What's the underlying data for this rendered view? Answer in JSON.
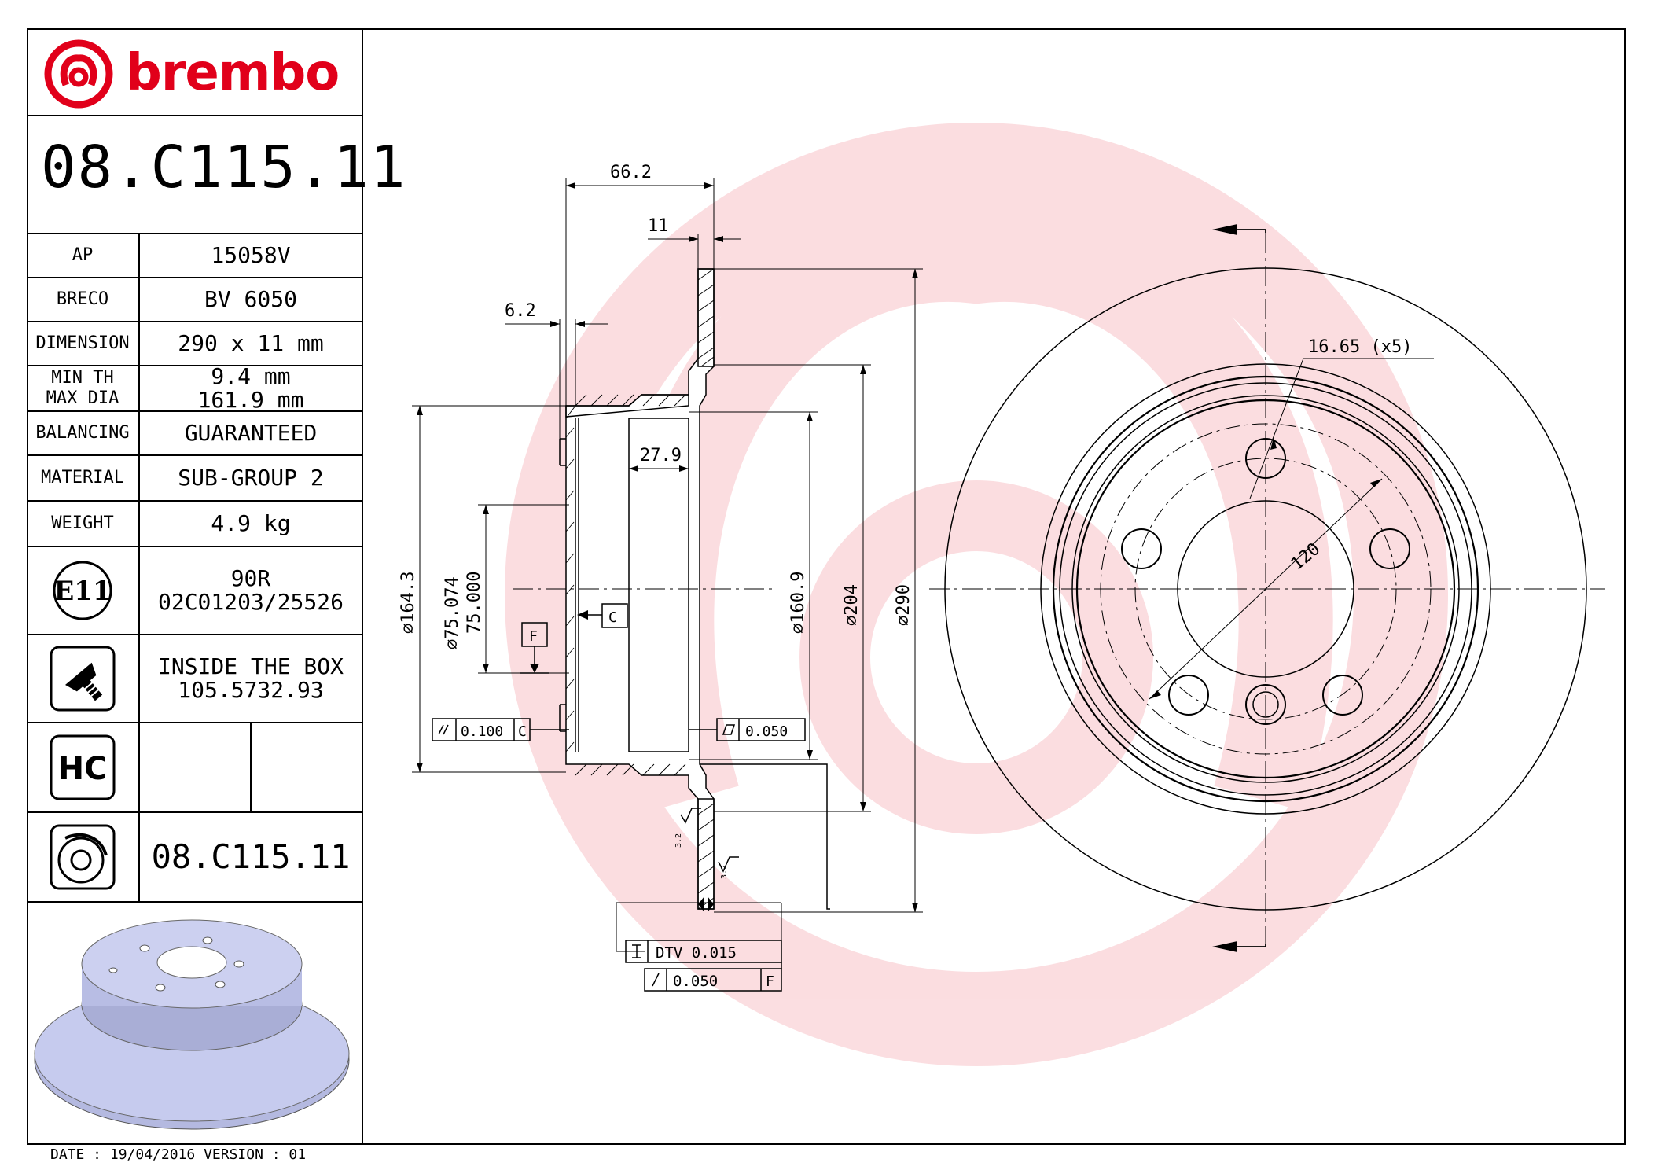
{
  "brand": {
    "name": "brembo",
    "color": "#e1001a"
  },
  "part_number": "08.C115.11",
  "specs": [
    {
      "key": "AP",
      "value": "15058V"
    },
    {
      "key": "BRECO",
      "value": "BV 6050"
    },
    {
      "key": "DIMENSION",
      "value": "290 x 11 mm"
    },
    {
      "key": "MIN TH",
      "key2": "MAX DIA",
      "value": "9.4 mm",
      "value2": "161.9 mm"
    },
    {
      "key": "BALANCING",
      "value": "GUARANTEED"
    },
    {
      "key": "MATERIAL",
      "value": "SUB-GROUP 2"
    },
    {
      "key": "WEIGHT",
      "value": "4.9 kg"
    }
  ],
  "homologation": {
    "icon_label": "E11",
    "line1": "90R",
    "line2": "02C01203/25526"
  },
  "screws": {
    "line1": "INSIDE THE BOX",
    "line2": "105.5732.93"
  },
  "hc_label": "HC",
  "disc_part_number": "08.C115.11",
  "date_line": "DATE : 19/04/2016 VERSION : 01",
  "dimensions": {
    "overall_height": "66.2",
    "thickness": "11",
    "flange": "6.2",
    "inner_depth": "27.9",
    "dia_164": "⌀164.3",
    "dia_75a": "⌀75.074",
    "dia_75b": "75.000",
    "dia_160": "⌀160.9",
    "dia_204": "⌀204",
    "dia_290": "⌀290",
    "bolt_holes": "16.65 (x5)",
    "pcd": "120",
    "datum_c": "C",
    "datum_f": "F",
    "par_value": "0.100",
    "flat_value": "0.050",
    "dtv": "DTV 0.015",
    "runout": "0.050",
    "rough1": "3.2",
    "rough2": "3.2"
  }
}
